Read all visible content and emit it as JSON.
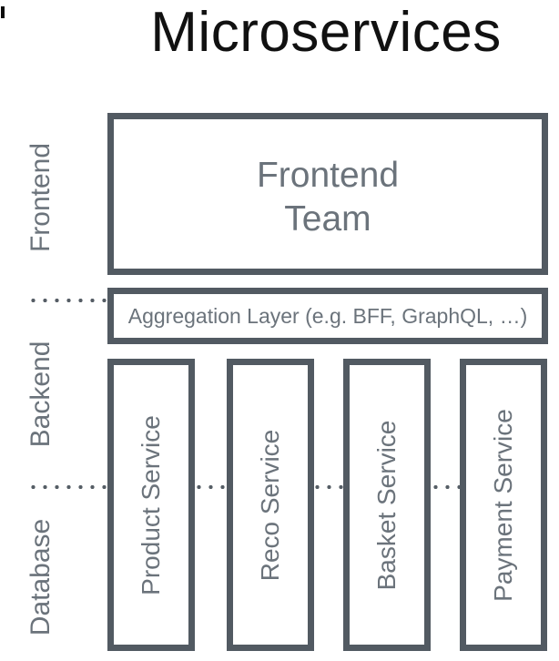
{
  "title": "Microservices",
  "colors": {
    "border": "#525a62",
    "text": "#6b737b",
    "title": "#111111",
    "dots": "#555d65",
    "background": "#ffffff"
  },
  "side_labels": [
    {
      "label": "Frontend"
    },
    {
      "label": "Backend"
    },
    {
      "label": "Database"
    }
  ],
  "frontend_team": {
    "label": "Frontend\nTeam"
  },
  "aggregation_layer": {
    "label": "Aggregation Layer (e.g. BFF, GraphQL, …)"
  },
  "services": [
    {
      "label": "Product Service"
    },
    {
      "label": "Reco Service"
    },
    {
      "label": "Basket Service"
    },
    {
      "label": "Payment Service"
    }
  ]
}
